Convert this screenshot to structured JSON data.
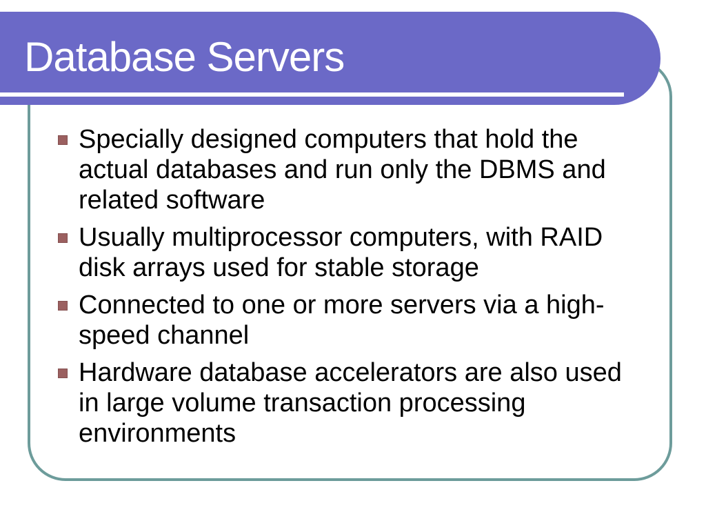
{
  "slide": {
    "title": "Database Servers",
    "bullets": [
      "Specially designed computers that hold the actual databases and run only the DBMS and related software",
      "Usually multiprocessor computers, with RAID disk arrays used for stable storage",
      "Connected to one or more servers via a high-speed channel",
      "Hardware database accelerators are also used in large volume transaction processing environments"
    ],
    "colors": {
      "header_purple": "#6B69C7",
      "border_teal": "#6D9C9B",
      "bullet_maroon": "#9B6060",
      "title_text": "#FFFFFF",
      "body_text": "#000000",
      "slide_background": "#FFFFFF"
    }
  }
}
